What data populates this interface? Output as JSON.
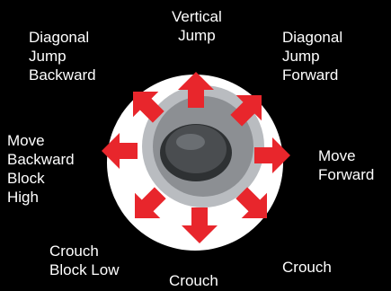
{
  "labels": {
    "up": [
      "Vertical",
      "Jump"
    ],
    "up_back": [
      "Diagonal",
      "Jump",
      "Backward"
    ],
    "up_forward": [
      "Diagonal",
      "Jump",
      "Forward"
    ],
    "back": [
      "Move",
      "Backward",
      "Block",
      "High"
    ],
    "forward": [
      "Move",
      "Forward"
    ],
    "down_back": [
      "Crouch",
      "Block Low"
    ],
    "down": [
      "Crouch"
    ],
    "down_forward": [
      "Crouch"
    ]
  },
  "colors": {
    "background": "#000000",
    "text": "#ffffff",
    "circle": "#ffffff",
    "arrow": "#e8262c",
    "stick_gate": "#b9bcc0",
    "stick_ball": "#4a4d50"
  }
}
